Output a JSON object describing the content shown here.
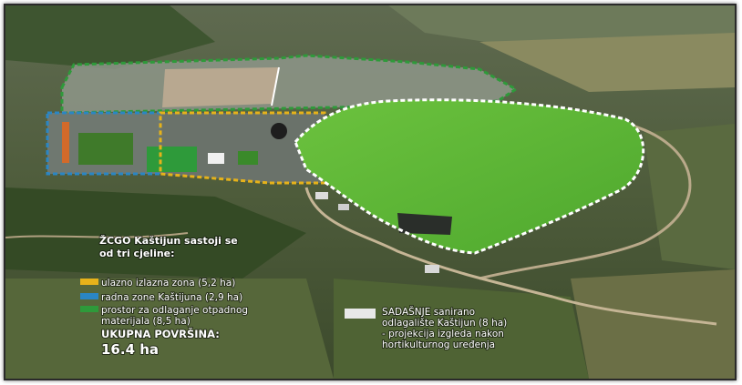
{
  "legend": {
    "title_line1": "ŽCGO Kaštijun sastoji se",
    "title_line2": "od tri cjeline:",
    "items": [
      {
        "label": "ulazno izlazna zona (5,2 ha)",
        "color": "#e6b21a"
      },
      {
        "label": "radna zone Kaštijuna (2,9 ha)",
        "color": "#2a86c4"
      },
      {
        "label_line1": "prostor za odlaganje otpadnog",
        "label_line2": "materijala (8,5 ha)",
        "color": "#2e9a3a"
      }
    ],
    "total_label": "UKUPNA POVRŠINA:",
    "total_value": "16.4 ha"
  },
  "remediated": {
    "swatch_color": "#e8e8e8",
    "line1": "SADAŠNJE sanirano",
    "line2": "odlagalište Kaštijun (8 ha)",
    "line3": "- projekcija izgleda nakon",
    "line4": "hortikulturnog uređenja"
  },
  "colors": {
    "remediated_green": "#5fb83a",
    "zone_outline": "#e6b21a",
    "work_zone": "#2a86c4",
    "landfill_outline": "#2e9a3a"
  }
}
